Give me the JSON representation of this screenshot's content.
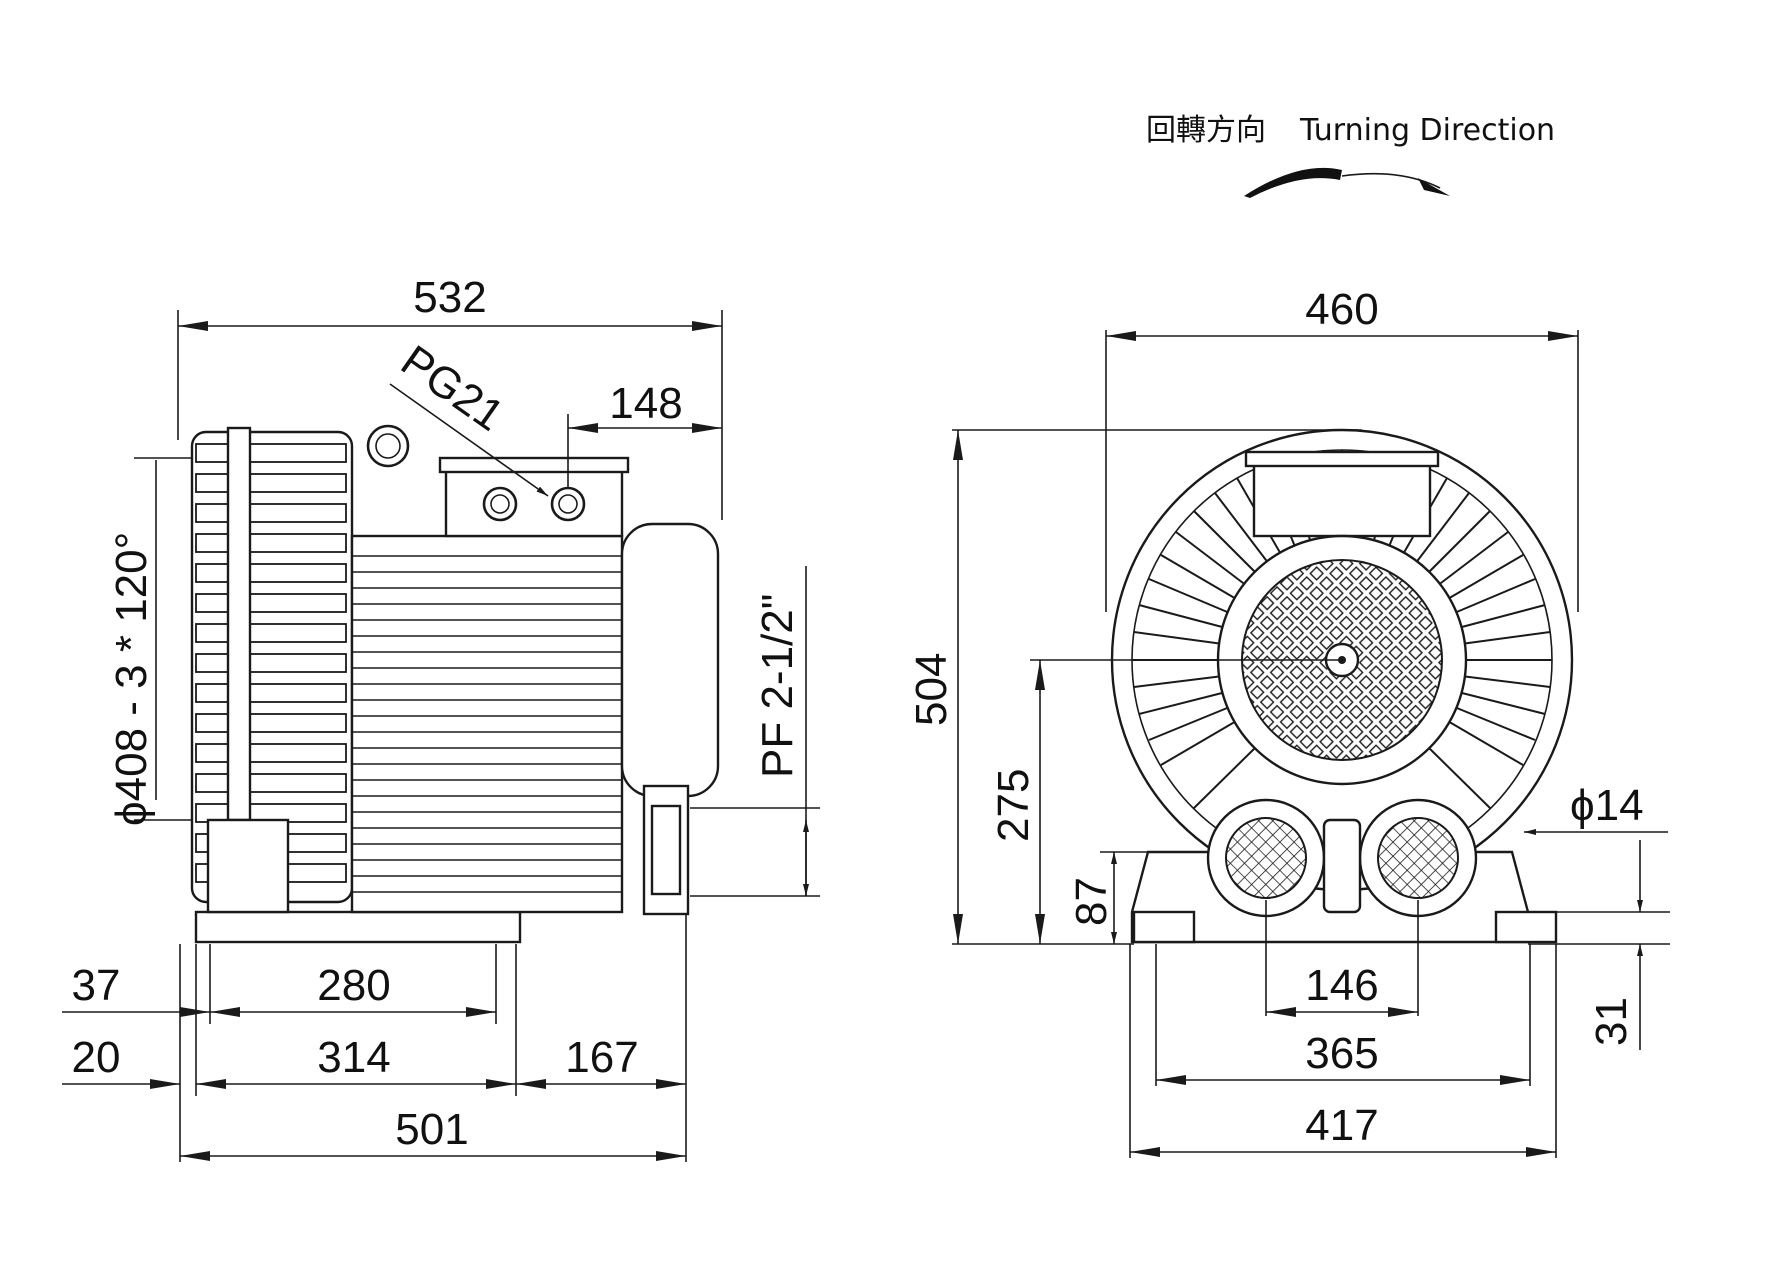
{
  "title": {
    "chinese": "回轉方向",
    "english": "Turning Direction"
  },
  "side_view": {
    "overall_length": "532",
    "terminal_offset": "148",
    "cable_gland": "PG21",
    "flange_spec": "ϕ408 - 3 * 120°",
    "port_spec": "PF 2-1/2\"",
    "dim_37": "37",
    "dim_280": "280",
    "dim_20": "20",
    "dim_314": "314",
    "dim_167": "167",
    "dim_501": "501"
  },
  "front_view": {
    "overall_width": "460",
    "overall_height": "504",
    "center_height": "275",
    "port_height": "87",
    "mount_hole": "ϕ14",
    "port_spacing": "146",
    "hole_spacing": "365",
    "base_width": "417",
    "base_height": "31"
  }
}
